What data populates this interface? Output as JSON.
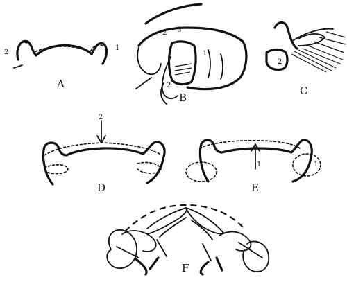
{
  "panels": {
    "A": {
      "label": "A",
      "nums": [
        "2",
        "1"
      ]
    },
    "B": {
      "label": "B",
      "nums": [
        "2",
        "3",
        "1",
        "2"
      ]
    },
    "C": {
      "label": "C",
      "nums": [
        "2"
      ]
    },
    "D": {
      "label": "D",
      "nums": [
        "2"
      ]
    },
    "E": {
      "label": "E",
      "nums": [
        "1",
        "1"
      ]
    },
    "F": {
      "label": "F"
    }
  }
}
